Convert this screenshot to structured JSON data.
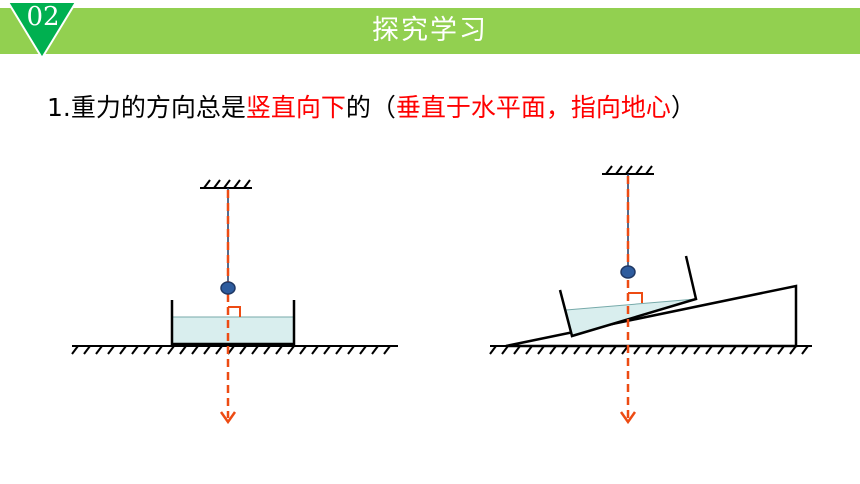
{
  "header": {
    "number": "02",
    "title": "探究学习",
    "bar_color": "#92d050",
    "badge_color": "#00b050"
  },
  "statement": {
    "prefix": "1.重力的方向总是",
    "highlight": "竖直向下",
    "middle": "的（",
    "detail": "垂直于水平面，指向地心",
    "suffix": "）",
    "highlight_color": "#ff0000"
  },
  "diagrams": [
    {
      "name": "level-ground",
      "icons": [
        "ceiling-hatch-icon",
        "plumb-bob-icon",
        "water-container-icon",
        "ground-hatch-icon",
        "right-angle-mark-icon",
        "dashed-arrow-down-icon"
      ]
    },
    {
      "name": "inclined-plane",
      "icons": [
        "ceiling-hatch-icon",
        "plumb-bob-icon",
        "tilted-container-icon",
        "incline-wedge-icon",
        "ground-hatch-icon",
        "right-angle-mark-icon",
        "dashed-arrow-down-icon"
      ]
    }
  ]
}
